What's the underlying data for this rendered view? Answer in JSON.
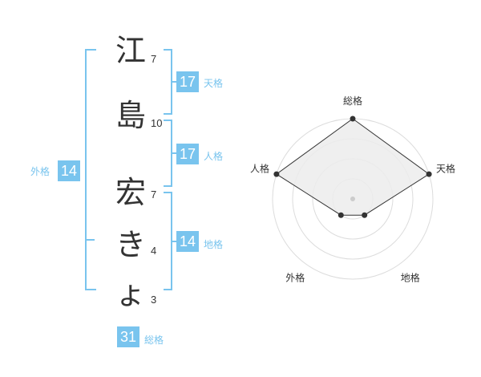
{
  "name_chars": [
    {
      "char": "江",
      "strokes": "7"
    },
    {
      "char": "島",
      "strokes": "10"
    },
    {
      "char": "宏",
      "strokes": "7"
    },
    {
      "char": "き",
      "strokes": "4"
    },
    {
      "char": "ょ",
      "strokes": "3"
    }
  ],
  "fortunes": {
    "tenkaku": {
      "label": "天格",
      "value": "17"
    },
    "jinkaku": {
      "label": "人格",
      "value": "17"
    },
    "chikaku": {
      "label": "地格",
      "value": "14"
    },
    "gaikaku": {
      "label": "外格",
      "value": "14"
    },
    "soukaku": {
      "label": "総格",
      "value": "31"
    }
  },
  "colors": {
    "accent": "#79c4ee",
    "text": "#333333"
  },
  "chart_data": {
    "type": "radar",
    "axes": [
      "総格",
      "天格",
      "地格",
      "外格",
      "人格"
    ],
    "values": [
      4,
      4,
      1,
      1,
      4
    ],
    "max": 4,
    "rings": 4,
    "grid": true
  }
}
